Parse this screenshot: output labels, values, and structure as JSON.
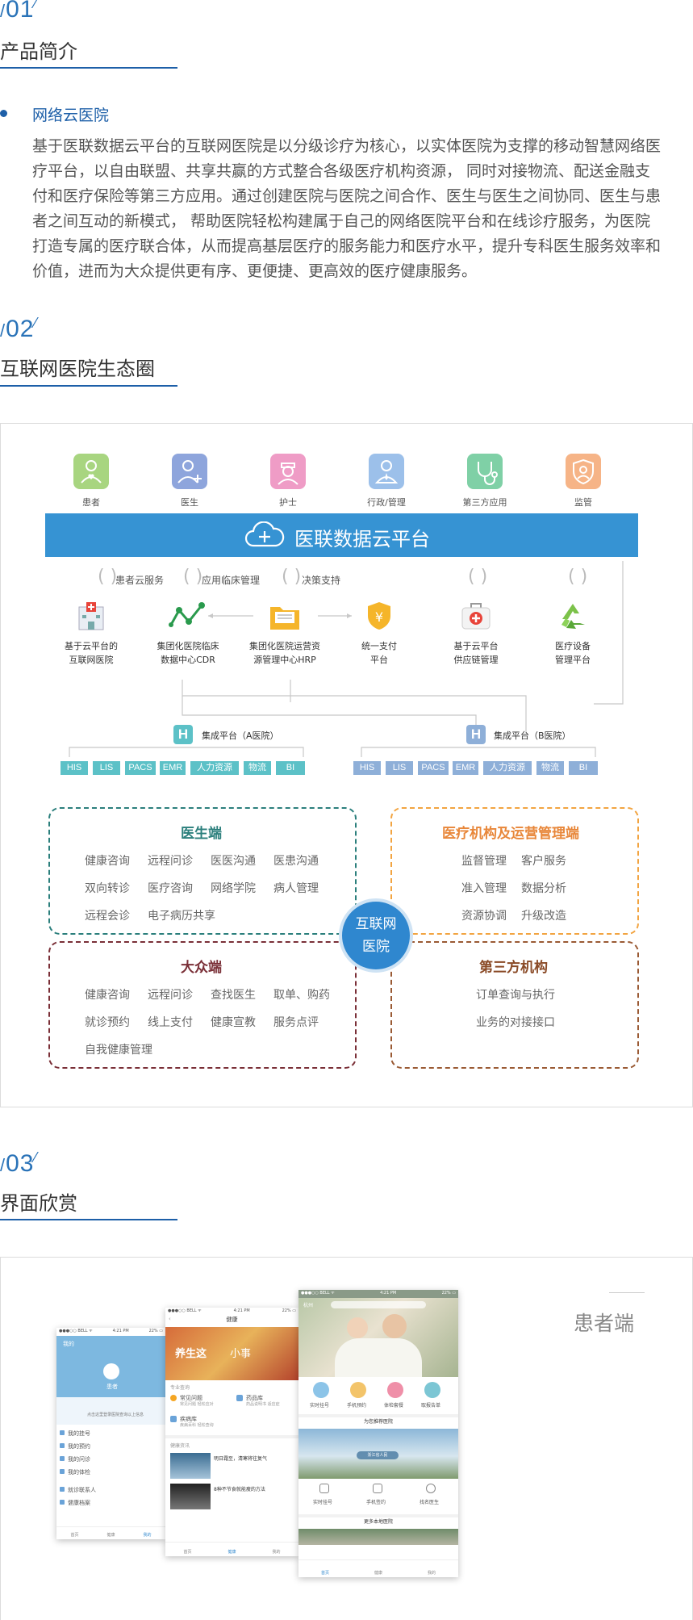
{
  "sections": [
    {
      "num": "01",
      "title": "产品简介"
    },
    {
      "num": "02",
      "title": "互联网医院生态圈"
    },
    {
      "num": "03",
      "title": "界面欣赏"
    }
  ],
  "intro": {
    "subtitle": "网络云医院",
    "lines": [
      "基于医联数据云平台的互联网医院是以分级诊疗为核心，以实体医院为支撑的移动智慧网络医",
      "疗平台，以自由联盟、共享共赢的方式整合各级医疗机构资源， 同时对接物流、配送金融支",
      "付和医疗保险等第三方应用。通过创建医院与医院之间合作、医生与医生之间协同、医生与患",
      "者之间互动的新模式， 帮助医院轻松构建属于自己的网络医院平台和在线诊疗服务，为医院",
      "打造专属的医疗联合体，从而提高基层医疗的服务能力和医疗水平，提升专科医生服务效率和",
      "价值，进而为大众提供更有序、更便捷、更高效的医疗健康服务。"
    ]
  },
  "eco": {
    "roles": [
      "患者",
      "医生",
      "护士",
      "行政/管理",
      "第三方应用",
      "监管"
    ],
    "role_colors": [
      "#a8d580",
      "#8ea5dc",
      "#ef9cc6",
      "#9cc0ea",
      "#7fd0a6",
      "#f6b487"
    ],
    "platform": "医联数据云平台",
    "connectors": [
      "患者云服务",
      "应用临床管理",
      "决策支持"
    ],
    "nodes": [
      [
        "基于云平台的",
        "互联网医院"
      ],
      [
        "集团化医院临床",
        "数据中心CDR"
      ],
      [
        "集团化医院运营资",
        "源管理中心HRP"
      ],
      [
        "统一支付",
        "平台"
      ],
      [
        "基于云平台",
        "供应链管理"
      ],
      [
        "医疗设备",
        "管理平台"
      ]
    ],
    "platform_a": "集成平台（A医院）",
    "platform_b": "集成平台（B医院）",
    "hospital_icon": "H",
    "tags": [
      "HIS",
      "LIS",
      "PACS",
      "EMR",
      "人力资源",
      "物流",
      "BI"
    ],
    "center": [
      "互联网",
      "医院"
    ],
    "doctor": {
      "title": "医生端",
      "items": [
        "健康咨询",
        "远程问诊",
        "医医沟通",
        "医患沟通",
        "双向转诊",
        "医疗咨询",
        "网络学院",
        "病人管理",
        "远程会诊",
        "电子病历共享"
      ]
    },
    "institution": {
      "title": "医疗机构及运营管理端",
      "items": [
        "监督管理",
        "客户服务",
        "准入管理",
        "数据分析",
        "资源协调",
        "升级改造"
      ]
    },
    "public": {
      "title": "大众端",
      "items": [
        "健康咨询",
        "远程问诊",
        "查找医生",
        "取单、购药",
        "就诊预约",
        "线上支付",
        "健康宣教",
        "服务点评",
        "自我健康管理"
      ]
    },
    "third": {
      "title": "第三方机构",
      "items": [
        "订单查询与执行",
        "业务的对接接口"
      ]
    }
  },
  "ui": {
    "label": "患者端",
    "phone1": {
      "status": [
        "●●●○○ BELL ᯤ",
        "4:21 PM",
        "22% ▭"
      ],
      "header": "我的",
      "account": "患者",
      "notice": "点击这里登录医院查询以上信息",
      "menu": [
        "我的挂号",
        "我的预约",
        "我的问诊",
        "我的体检",
        "就诊联系人",
        "健康档案"
      ],
      "tabs": [
        "首页",
        "健康",
        "我的"
      ]
    },
    "phone2": {
      "status": [
        "●●●○○ BELL ᯤ",
        "4:21 PM",
        "22% ▭"
      ],
      "title": "健康",
      "banner": "养生这",
      "banner2": "小事",
      "section1": "专业查询",
      "q1": "常见问题",
      "q1sub": "常见问题 轻松应对",
      "q2": "药品库",
      "q2sub": "药品说明书 适应症",
      "q3": "疾病库",
      "q3sub": "疾病百科 轻松查询",
      "section2": "健康资讯",
      "news1": "明日霜至，清寒将往复气",
      "news2": "8种不节食就能瘦的方法",
      "tabs": [
        "首页",
        "健康",
        "我的"
      ]
    },
    "phone3": {
      "status": [
        "●●●○○ BELL ᯤ",
        "4:21 PM",
        "22% ▭"
      ],
      "city": "杭州",
      "actions": [
        "实时挂号",
        "手机预约",
        "体检套餐",
        "取报告单"
      ],
      "recommend": "为您推荐医院",
      "badge": "浙江省人民",
      "actions2": [
        "实时挂号",
        "手机签约",
        "找名医生"
      ],
      "more": "更多本地医院",
      "tabs": [
        "首页",
        "健康",
        "我的"
      ]
    }
  }
}
